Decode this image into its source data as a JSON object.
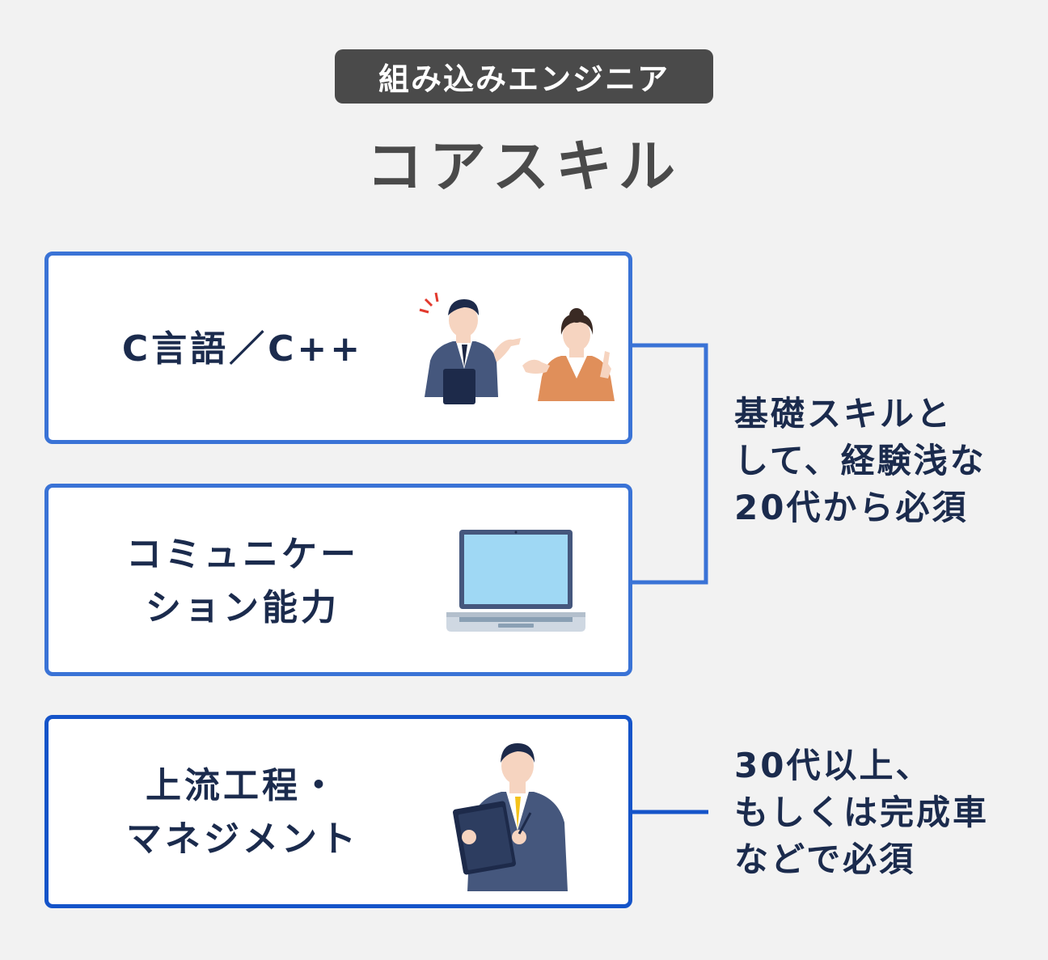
{
  "header": {
    "tag_label": "組み込みエンジニア",
    "title": "コアスキル"
  },
  "cards": [
    {
      "lines": [
        "C言語／C++"
      ],
      "illustration": "two-business-people-talking-icon"
    },
    {
      "lines": [
        "コミュニケー",
        "ション能力"
      ],
      "illustration": "laptop-icon"
    },
    {
      "lines": [
        "上流工程・",
        "マネジメント"
      ],
      "illustration": "manager-with-clipboard-icon"
    }
  ],
  "notes": [
    {
      "lines": [
        "基礎スキルと",
        "して、経験浅な",
        "20代から必須"
      ]
    },
    {
      "lines": [
        "30代以上、",
        "もしくは完成車",
        "などで必須"
      ]
    }
  ],
  "colors": {
    "background": "#f2f2f2",
    "card_border": "#3a73d6",
    "card_border_dark": "#1554c9",
    "text_navy": "#1b2b4d",
    "tag_bg": "#4a4a4a"
  }
}
